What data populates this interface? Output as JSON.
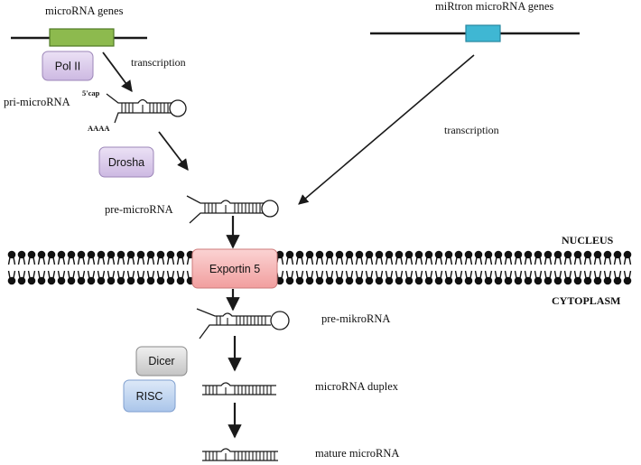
{
  "labels": {
    "microrna_genes": "microRNA genes",
    "mirtron_genes": "miRtron microRNA genes",
    "transcription_left": "transcription",
    "transcription_right": "transcription",
    "pri_microrna": "pri-microRNA",
    "five_cap": "5'cap",
    "polya": "AAAA",
    "pre_microrna": "pre-microRNA",
    "nucleus": "NUCLEUS",
    "cytoplasm": "CYTOPLASM",
    "pre_mikrorna": "pre-mikroRNA",
    "microrna_duplex": "microRNA duplex",
    "mature_microrna": "mature microRNA"
  },
  "boxes": {
    "pol_ii": "Pol II",
    "drosha": "Drosha",
    "exportin": "Exportin 5",
    "dicer": "Dicer",
    "risc": "RISC"
  },
  "colors": {
    "gene_green": "#8dba4e",
    "mirtron_blue": "#3fb7d3",
    "enzyme_purple": "#d9c9ea",
    "exportin_pink": "#f5b6b6",
    "dicer_gray": "#d5d5d5",
    "risc_blue": "#c4d8f1",
    "line": "#1a1a1a"
  }
}
